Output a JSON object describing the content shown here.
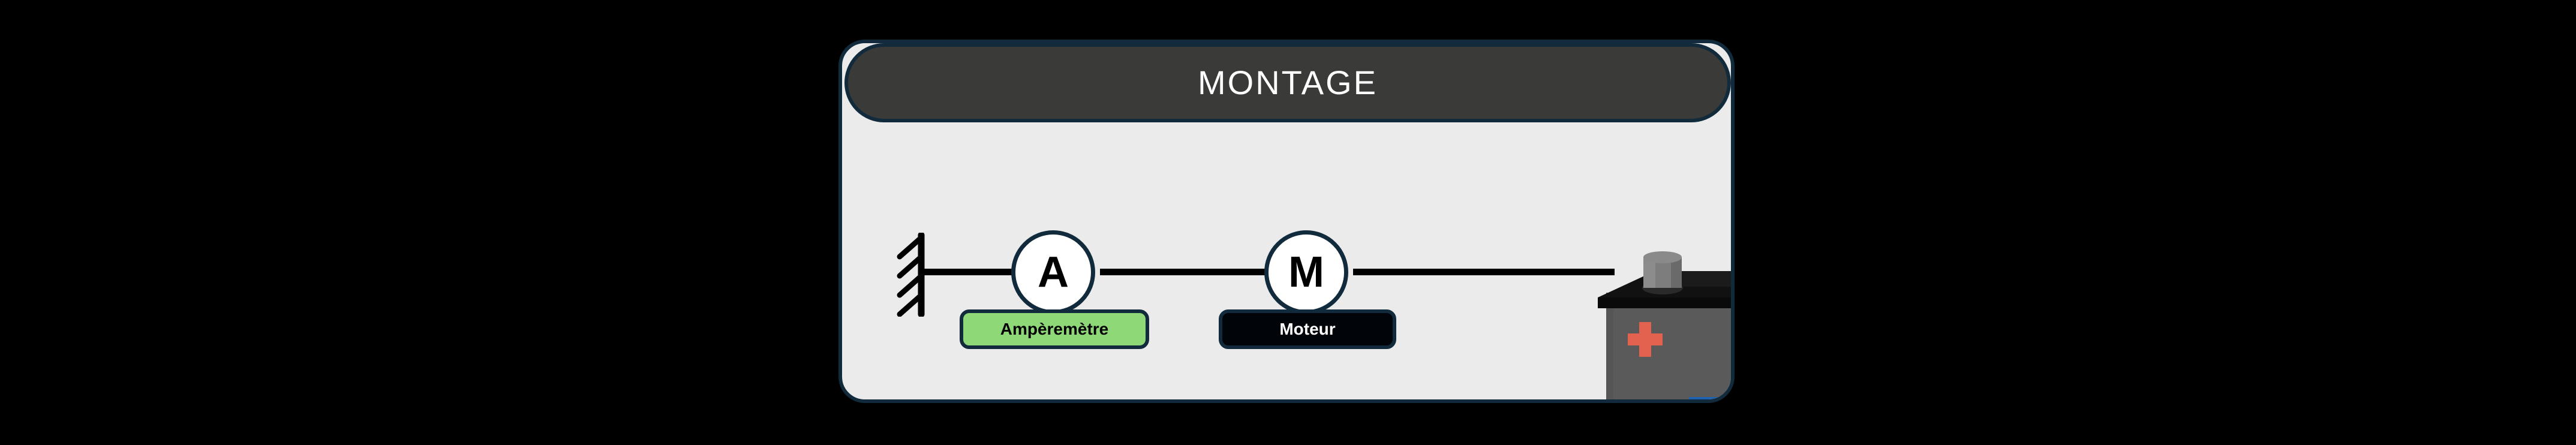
{
  "background_color": "#000000",
  "card": {
    "surface_color": "#ebebeb",
    "border_color": "#122b3c",
    "header": {
      "title": "MONTAGE",
      "background_color": "#3a3a38",
      "text_color": "#ffffff"
    }
  },
  "circuit": {
    "type": "series-circuit-diagram",
    "wire_color": "#000000",
    "support": {
      "name": "wall-fixed-support",
      "color": "#000000"
    },
    "components": [
      {
        "symbol": "A",
        "label": "Ampèremètre",
        "label_background": "#8ed878",
        "label_text_color": "#000000",
        "circle_fill": "#ffffff"
      },
      {
        "symbol": "M",
        "label": "Moteur",
        "label_background": "#010409",
        "label_text_color": "#ffffff",
        "circle_fill": "#ffffff"
      }
    ],
    "source": {
      "name": "battery",
      "polarity_marker": "+",
      "polarity_color": "#e2614f",
      "body_color": "#555555",
      "top_color": "#111111",
      "terminal_color": "#7d7d7d",
      "base_strip_color": "#1f62b0"
    }
  }
}
